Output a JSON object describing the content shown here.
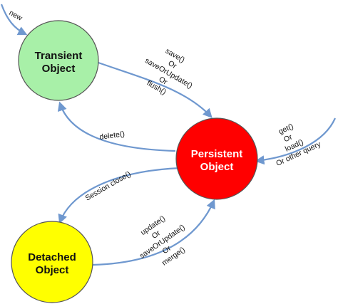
{
  "nodes": {
    "transient": {
      "line1": "Transient",
      "line2": "Object",
      "color": "#a8f0a8"
    },
    "persistent": {
      "line1": "Persistent",
      "line2": "Object",
      "color": "#ff0000"
    },
    "detached": {
      "line1": "Detached",
      "line2": "Object",
      "color": "#ffff00"
    }
  },
  "edges": {
    "new": {
      "label": "new"
    },
    "save": {
      "lines": [
        "save()",
        "Or",
        "saveOrUpdate()",
        "Or",
        "flush()"
      ]
    },
    "delete": {
      "label": "delete()"
    },
    "session_close": {
      "label": "Session close()"
    },
    "update": {
      "lines": [
        "update()",
        "Or",
        "saveOrUpdate()",
        "Or",
        "merge()"
      ]
    },
    "get": {
      "lines": [
        "get()",
        "Or",
        "load()",
        "Or other query"
      ]
    }
  },
  "colors": {
    "arrow": "#6f98cf"
  }
}
